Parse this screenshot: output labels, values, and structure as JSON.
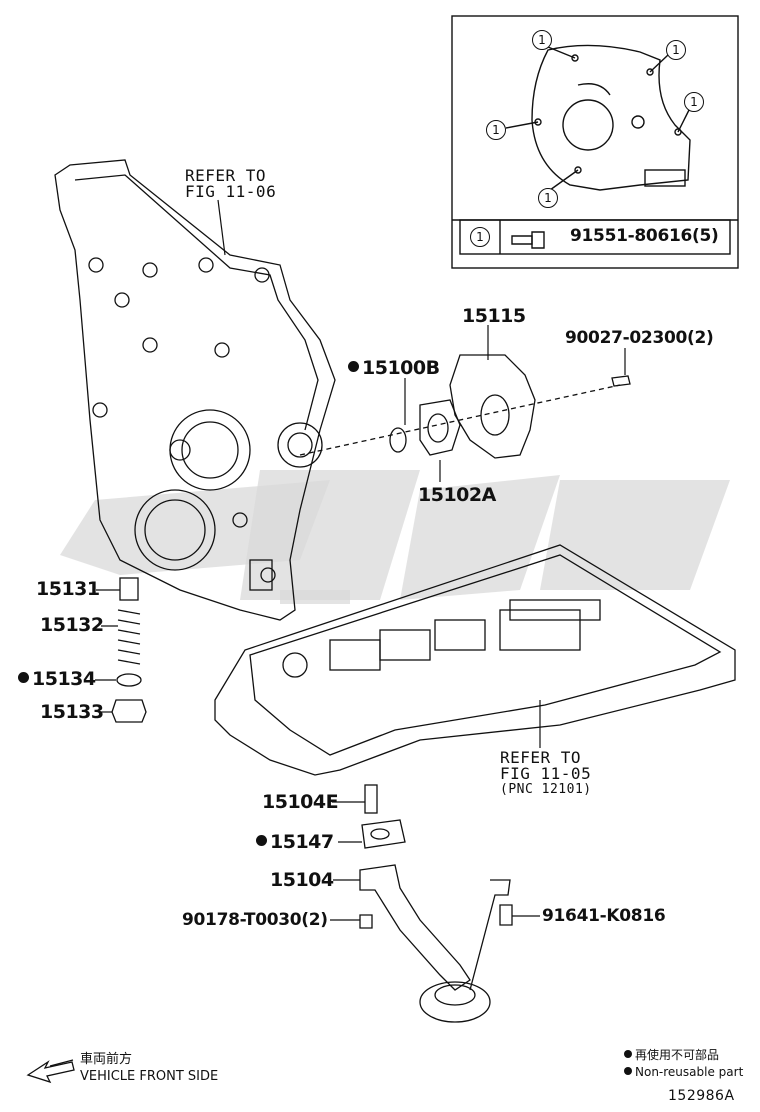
{
  "inset": {
    "callout": "1",
    "bolt_part": "91551-80616(5)"
  },
  "references": [
    {
      "line1": "REFER TO",
      "line2": "FIG 11-06",
      "line3": ""
    },
    {
      "line1": "REFER TO",
      "line2": "FIG 11-05",
      "line3": "(PNC 12101)"
    }
  ],
  "parts": {
    "p15115": "15115",
    "p90027": "90027-02300(2)",
    "p15100B": "15100B",
    "p15102A": "15102A",
    "p15131": "15131",
    "p15132": "15132",
    "p15134": "15134",
    "p15133": "15133",
    "p15104E": "15104E",
    "p15147": "15147",
    "p15104": "15104",
    "p90178": "90178-T0030(2)",
    "p91641": "91641-K0816"
  },
  "legend": {
    "non_reusable_jp": "再使用不可部品",
    "non_reusable_en": "Non-reusable part"
  },
  "front": {
    "jp": "車両前方",
    "en": "VEHICLE FRONT SIDE"
  },
  "figure_id": "152986A",
  "colors": {
    "line": "#111111",
    "watermark": "#d9d9d9"
  }
}
